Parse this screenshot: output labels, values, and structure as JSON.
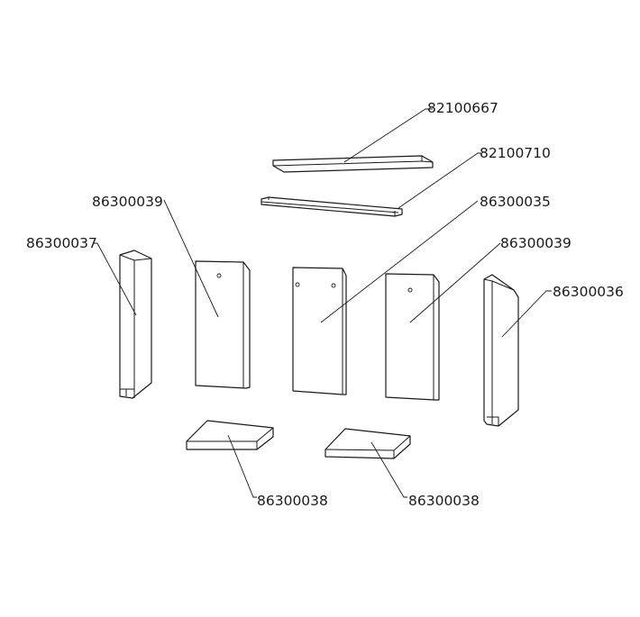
{
  "labels": {
    "top_plate": "82100667",
    "rail": "82100710",
    "back_center": "86300035",
    "back_left": "86300039",
    "back_right": "86300039",
    "side_left": "86300037",
    "side_right": "86300036",
    "floor_left": "86300038",
    "floor_right": "86300038"
  }
}
